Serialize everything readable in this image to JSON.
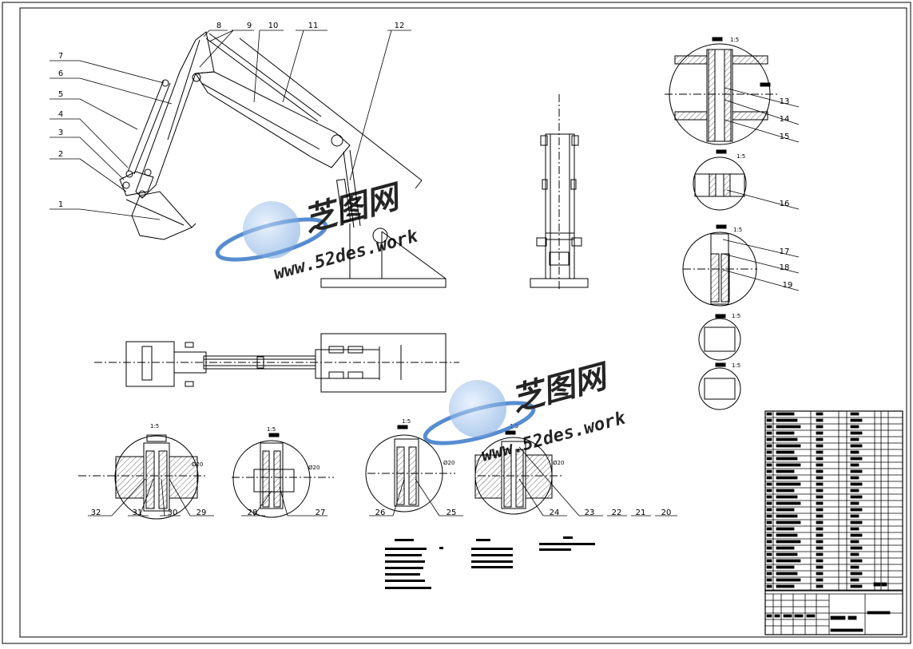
{
  "drawing": {
    "part_callouts": [
      "1",
      "2",
      "3",
      "4",
      "5",
      "6",
      "7",
      "8",
      "9",
      "10",
      "11",
      "12",
      "13",
      "14",
      "15",
      "16",
      "17",
      "18",
      "19",
      "20",
      "21",
      "22",
      "23",
      "24",
      "25",
      "26",
      "27",
      "28",
      "29",
      "30",
      "31",
      "32"
    ],
    "scale_labels": [
      "1:5",
      "1:5",
      "1:5",
      "1:5",
      "1:5",
      "1:5",
      "1:5",
      "1:5",
      "1:5"
    ],
    "dimension_labels": [
      "Ø20",
      "Ø20",
      "Ø20",
      "Ø20"
    ]
  },
  "watermarks": [
    {
      "cn": "芝图网",
      "url": "www.52des.work"
    },
    {
      "cn": "芝图网",
      "url": "www.52des.work"
    }
  ],
  "colors": {
    "line": "#000000",
    "background": "#ffffff",
    "watermark_blue": "#3a78c8",
    "watermark_light": "#9cc2ee"
  }
}
